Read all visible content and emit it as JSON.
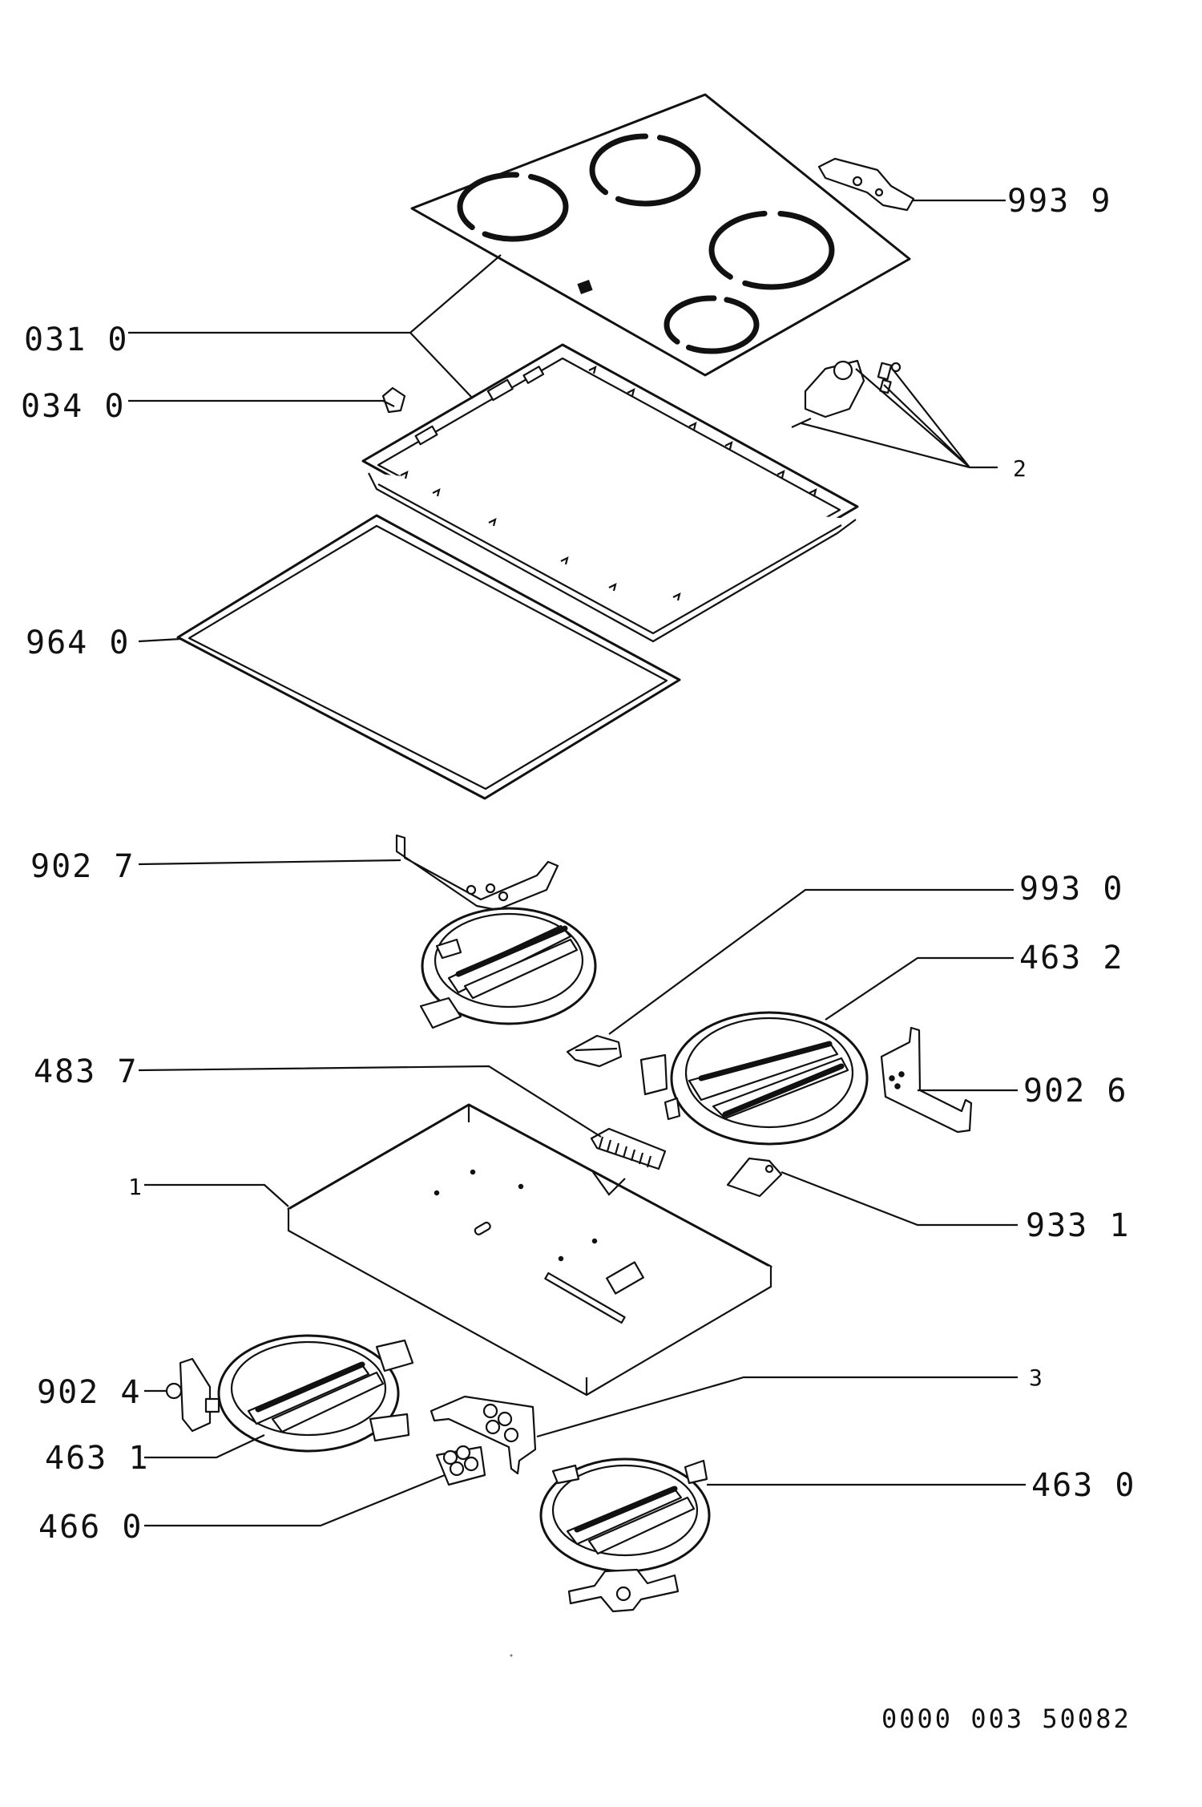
{
  "diagram": {
    "labels": {
      "l9939": "993 9",
      "l0310": "031 0",
      "l0340": "034 0",
      "l2": "2",
      "l9640": "964 0",
      "l9027": "902 7",
      "l9930": "993 0",
      "l4632": "463 2",
      "l4837": "483 7",
      "l9026": "902 6",
      "l1": "1",
      "l9331": "933 1",
      "l3": "3",
      "l9024": "902 4",
      "l4631": "463 1",
      "l4630": "463 0",
      "l4660": "466 0"
    },
    "drawing_code": "0000 003 50082"
  }
}
